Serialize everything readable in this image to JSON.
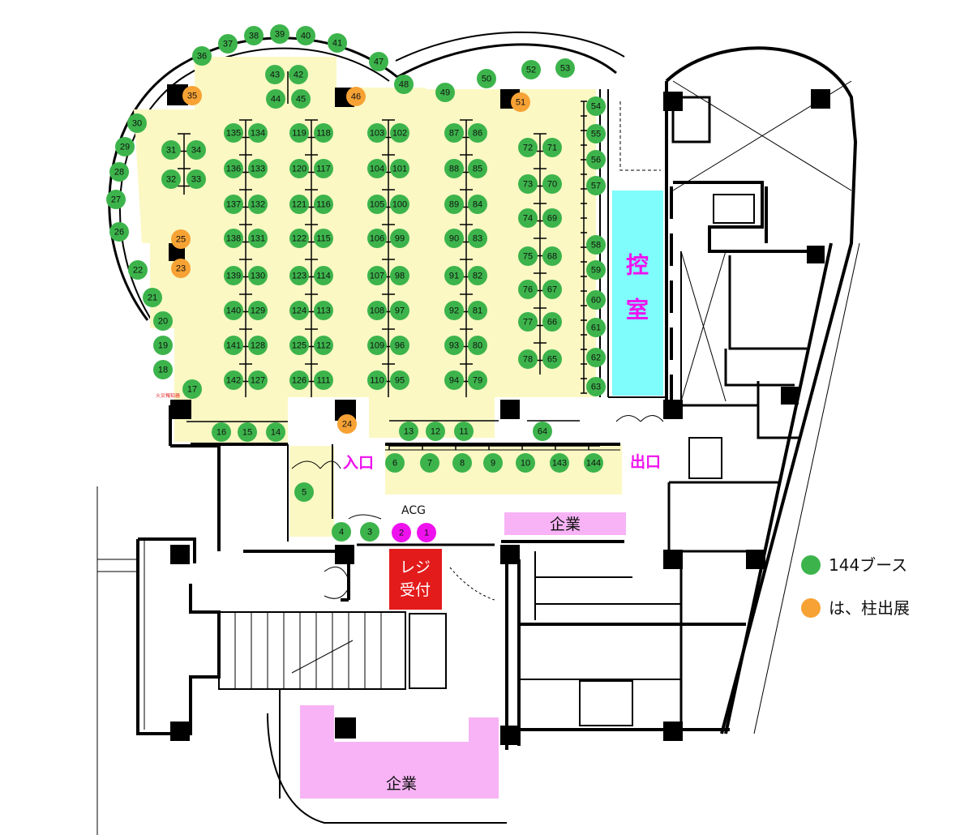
{
  "labels": {
    "entrance": "入口",
    "exit": "出口",
    "control_room_1": "控",
    "control_room_2": "室",
    "register_1": "レジ",
    "register_2": "受付",
    "acg": "ACG",
    "company_top": "企業",
    "company_bottom": "企業",
    "fire_sign": "火災報知器"
  },
  "legend": {
    "booths": "144ブース",
    "pillars": "は、柱出展"
  },
  "colors": {
    "booth": "#3cb44b",
    "pillar_booth": "#f7a234",
    "acg_booth": "#ee11ee",
    "hall": "#fbf8c4",
    "control_room": "#7ffcfc",
    "company": "#f7b3f5",
    "register": "#e31b1b",
    "magenta_text": "#ee11ee"
  },
  "booths": [
    {
      "n": "1",
      "kind": "acg"
    },
    {
      "n": "2",
      "kind": "acg"
    },
    {
      "n": "3"
    },
    {
      "n": "4"
    },
    {
      "n": "5"
    },
    {
      "n": "6"
    },
    {
      "n": "7"
    },
    {
      "n": "8"
    },
    {
      "n": "9"
    },
    {
      "n": "10"
    },
    {
      "n": "11"
    },
    {
      "n": "12"
    },
    {
      "n": "13"
    },
    {
      "n": "14"
    },
    {
      "n": "15"
    },
    {
      "n": "16"
    },
    {
      "n": "17"
    },
    {
      "n": "18"
    },
    {
      "n": "19"
    },
    {
      "n": "20"
    },
    {
      "n": "21"
    },
    {
      "n": "22"
    },
    {
      "n": "23",
      "kind": "pillar"
    },
    {
      "n": "24",
      "kind": "pillar"
    },
    {
      "n": "25",
      "kind": "pillar"
    },
    {
      "n": "26"
    },
    {
      "n": "27"
    },
    {
      "n": "28"
    },
    {
      "n": "29"
    },
    {
      "n": "30"
    },
    {
      "n": "31"
    },
    {
      "n": "32"
    },
    {
      "n": "33"
    },
    {
      "n": "34"
    },
    {
      "n": "35",
      "kind": "pillar"
    },
    {
      "n": "36"
    },
    {
      "n": "37"
    },
    {
      "n": "38"
    },
    {
      "n": "39"
    },
    {
      "n": "40"
    },
    {
      "n": "41"
    },
    {
      "n": "42"
    },
    {
      "n": "43"
    },
    {
      "n": "44"
    },
    {
      "n": "45"
    },
    {
      "n": "46",
      "kind": "pillar"
    },
    {
      "n": "47"
    },
    {
      "n": "48"
    },
    {
      "n": "49"
    },
    {
      "n": "50"
    },
    {
      "n": "51",
      "kind": "pillar"
    },
    {
      "n": "52"
    },
    {
      "n": "53"
    },
    {
      "n": "54"
    },
    {
      "n": "55"
    },
    {
      "n": "56"
    },
    {
      "n": "57"
    },
    {
      "n": "58"
    },
    {
      "n": "59"
    },
    {
      "n": "60"
    },
    {
      "n": "61"
    },
    {
      "n": "62"
    },
    {
      "n": "63"
    },
    {
      "n": "64"
    },
    {
      "n": "65"
    },
    {
      "n": "66"
    },
    {
      "n": "67"
    },
    {
      "n": "68"
    },
    {
      "n": "69"
    },
    {
      "n": "70"
    },
    {
      "n": "71"
    },
    {
      "n": "72"
    },
    {
      "n": "73"
    },
    {
      "n": "74"
    },
    {
      "n": "75"
    },
    {
      "n": "76"
    },
    {
      "n": "77"
    },
    {
      "n": "78"
    },
    {
      "n": "79"
    },
    {
      "n": "80"
    },
    {
      "n": "81"
    },
    {
      "n": "82"
    },
    {
      "n": "83"
    },
    {
      "n": "84"
    },
    {
      "n": "85"
    },
    {
      "n": "86"
    },
    {
      "n": "87"
    },
    {
      "n": "88"
    },
    {
      "n": "89"
    },
    {
      "n": "90"
    },
    {
      "n": "91"
    },
    {
      "n": "92"
    },
    {
      "n": "93"
    },
    {
      "n": "94"
    },
    {
      "n": "95"
    },
    {
      "n": "96"
    },
    {
      "n": "97"
    },
    {
      "n": "98"
    },
    {
      "n": "99"
    },
    {
      "n": "100"
    },
    {
      "n": "101"
    },
    {
      "n": "102"
    },
    {
      "n": "103"
    },
    {
      "n": "104"
    },
    {
      "n": "105"
    },
    {
      "n": "106"
    },
    {
      "n": "107"
    },
    {
      "n": "108"
    },
    {
      "n": "109"
    },
    {
      "n": "110"
    },
    {
      "n": "111"
    },
    {
      "n": "112"
    },
    {
      "n": "113"
    },
    {
      "n": "114"
    },
    {
      "n": "115"
    },
    {
      "n": "116"
    },
    {
      "n": "117"
    },
    {
      "n": "118"
    },
    {
      "n": "119"
    },
    {
      "n": "120"
    },
    {
      "n": "121"
    },
    {
      "n": "122"
    },
    {
      "n": "123"
    },
    {
      "n": "124"
    },
    {
      "n": "125"
    },
    {
      "n": "126"
    },
    {
      "n": "127"
    },
    {
      "n": "128"
    },
    {
      "n": "129"
    },
    {
      "n": "130"
    },
    {
      "n": "131"
    },
    {
      "n": "132"
    },
    {
      "n": "133"
    },
    {
      "n": "134"
    },
    {
      "n": "135"
    },
    {
      "n": "136"
    },
    {
      "n": "137"
    },
    {
      "n": "138"
    },
    {
      "n": "139"
    },
    {
      "n": "140"
    },
    {
      "n": "141"
    },
    {
      "n": "142"
    },
    {
      "n": "143"
    },
    {
      "n": "144"
    }
  ]
}
